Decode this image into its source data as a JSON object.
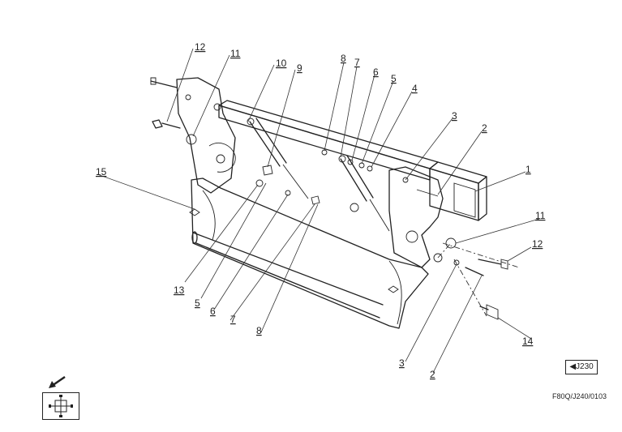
{
  "callouts": [
    {
      "id": "c12a",
      "label": "12"
    },
    {
      "id": "c11a",
      "label": "11"
    },
    {
      "id": "c10",
      "label": "10"
    },
    {
      "id": "c9",
      "label": "9"
    },
    {
      "id": "c8a",
      "label": "8"
    },
    {
      "id": "c7a",
      "label": "7"
    },
    {
      "id": "c6a",
      "label": "6"
    },
    {
      "id": "c5a",
      "label": "5"
    },
    {
      "id": "c4",
      "label": "4"
    },
    {
      "id": "c3a",
      "label": "3"
    },
    {
      "id": "c2a",
      "label": "2"
    },
    {
      "id": "c1",
      "label": "1"
    },
    {
      "id": "c15",
      "label": "15"
    },
    {
      "id": "c11b",
      "label": "11"
    },
    {
      "id": "c12b",
      "label": "12"
    },
    {
      "id": "c13",
      "label": "13"
    },
    {
      "id": "c5b",
      "label": "5"
    },
    {
      "id": "c6b",
      "label": "6"
    },
    {
      "id": "c7b",
      "label": "7"
    },
    {
      "id": "c8b",
      "label": "8"
    },
    {
      "id": "c14",
      "label": "14"
    },
    {
      "id": "c3b",
      "label": "3"
    },
    {
      "id": "c2b",
      "label": "2"
    }
  ],
  "reference_box": "◀J230",
  "drawing_code": "F80Q/J240/0103",
  "icons": {
    "direction": "arrow-down-left-icon",
    "view": "top-view-icon"
  }
}
